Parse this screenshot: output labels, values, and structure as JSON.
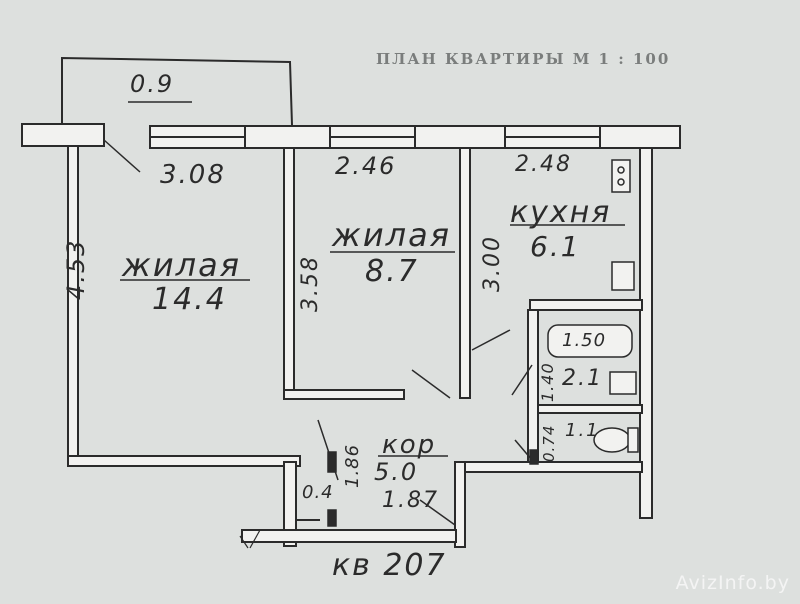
{
  "title": "ПЛАН КВАРТИРЫ М 1 : 100",
  "watermark": "AvizInfo.by",
  "apartment_label": "кв 207",
  "rooms": {
    "living_large": {
      "name": "жилая",
      "area": "14.4"
    },
    "living_small": {
      "name": "жилая",
      "area": "8.7"
    },
    "kitchen": {
      "name": "кухня",
      "area": "6.1"
    },
    "corridor": {
      "name": "кор",
      "area": "5.0"
    },
    "bathroom": {
      "area": "2.1"
    },
    "toilet": {
      "area": "1.1"
    },
    "closet": {
      "area": "0.4"
    },
    "balcony": {
      "area": "0.9"
    }
  },
  "dimensions": {
    "large_width": "3.08",
    "small_width": "2.46",
    "kitchen_width": "2.48",
    "large_length": "4.53",
    "small_length": "3.58",
    "kitchen_length": "3.00",
    "bath_length": "1.40",
    "wc_length": "0.74",
    "tub": "1.50",
    "corridor_height": "1.86",
    "corridor_width": "1.87"
  },
  "colors": {
    "paper": "#dde0de",
    "ink": "#2b2b2b",
    "wall_fill": "#f2f2f0",
    "title": "#7a7d7c"
  }
}
